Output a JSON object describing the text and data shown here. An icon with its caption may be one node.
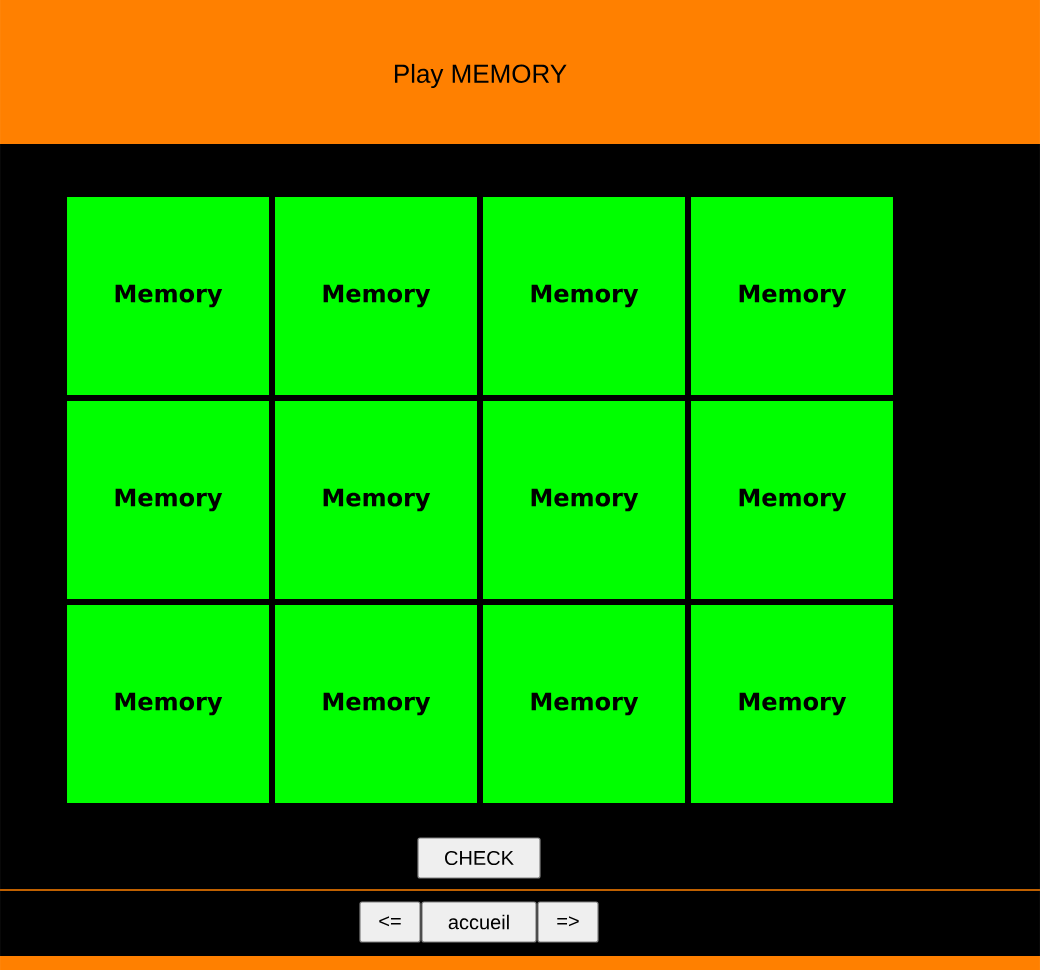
{
  "diagram": {
    "title": "Play MEMORY",
    "nodes": [
      {
        "text": [
          "Memory"
        ]
      },
      {
        "text": [
          "Memory"
        ]
      },
      {
        "text": [
          "Memory"
        ]
      },
      {
        "text": [
          "Memory"
        ]
      },
      {
        "text": [
          "Memory"
        ]
      },
      {
        "text": [
          "Memory"
        ]
      },
      {
        "text": [
          "Memory"
        ]
      },
      {
        "text": [
          "Memory"
        ]
      },
      {
        "text": [
          "Memory"
        ]
      },
      {
        "text": [
          "Memory"
        ]
      },
      {
        "text": [
          "Memory"
        ]
      },
      {
        "text": [
          "Memory"
        ]
      },
      {
        "text": [
          "CHECK"
        ]
      },
      {
        "text": [
          "<="
        ]
      },
      {
        "text": [
          "accueil"
        ]
      },
      {
        "text": [
          "=>"
        ]
      }
    ]
  }
}
